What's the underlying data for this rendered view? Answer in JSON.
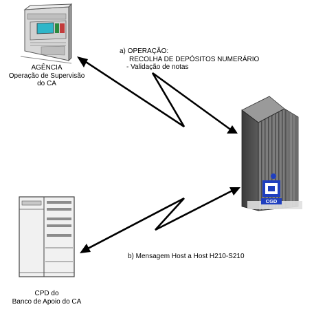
{
  "agencia": {
    "title": "AGÊNCIA",
    "line2": "Operação de Supervisão",
    "line3": "do CA"
  },
  "operacao": {
    "header": "a) OPERAÇÃO:",
    "line2": "RECOLHA DE DEPÓSITOS NUMERÁRIO",
    "line3": "- Validação de notas"
  },
  "host_message": {
    "text": "b) Mensagem Host a Host H210-S210"
  },
  "cpd": {
    "line1": "CPD do",
    "line2": "Banco de Apoio do CA"
  },
  "building_logo": {
    "text": "CGD"
  },
  "colors": {
    "arrow": "#000000",
    "building_dark": "#4a4a4a",
    "building_mid": "#7a7a7a",
    "building_light": "#a8a8a8",
    "logo_blue": "#1f3fbf",
    "atm_screen": "#2fb6c9"
  },
  "icons": {
    "agencia": "atm-machine-icon",
    "host": "bank-building-icon",
    "cpd": "server-cabinet-icon"
  }
}
